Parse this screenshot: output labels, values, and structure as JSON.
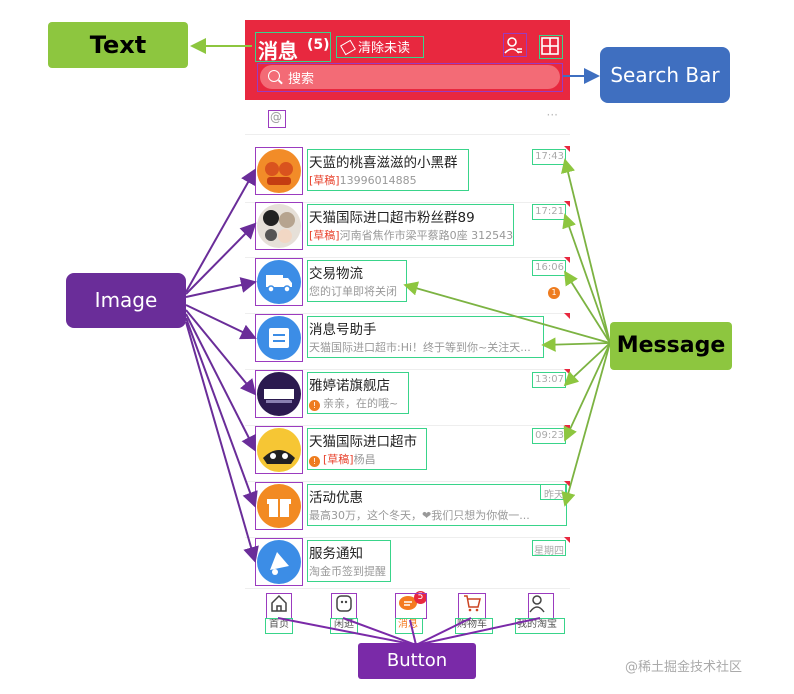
{
  "header": {
    "title": "消息",
    "count": "(5)",
    "clear_unread": "清除未读"
  },
  "search": {
    "placeholder": "搜索"
  },
  "mention": "@",
  "more": "···",
  "conversations": [
    {
      "name": "天蓝的桃喜滋滋的小黑群",
      "draft": "[草稿]",
      "preview": "13996014885",
      "time": "17:43",
      "avatar": "group-avatar-orange"
    },
    {
      "name": "天猫国际进口超市粉丝群89",
      "draft": "[草稿]",
      "preview": "河南省焦作市梁平蔡路0座 312543",
      "time": "17:21",
      "avatar": "group-avatar-mixed"
    },
    {
      "name": "交易物流",
      "draft": "",
      "preview": "您的订单即将关闭",
      "time": "16:06",
      "badge": "1",
      "avatar": "truck-icon"
    },
    {
      "name": "消息号助手",
      "draft": "",
      "preview": "天猫国际进口超市:Hi！终于等到你~关注天...",
      "time": "",
      "avatar": "assistant-icon"
    },
    {
      "name": "雅婷诺旗舰店",
      "draft": "",
      "preview": "亲亲，在的哦~",
      "time": "13:07",
      "badge": "!",
      "avatar": "yatnuo-logo"
    },
    {
      "name": "天猫国际进口超市",
      "draft": "[草稿]",
      "preview": "杨昌",
      "time": "09:23",
      "badge": "!",
      "avatar": "tmall-avatar"
    },
    {
      "name": "活动优惠",
      "draft": "",
      "preview": "最高30万，这个冬天，❤我们只想为你做一...",
      "time": "昨天",
      "avatar": "gift-icon"
    },
    {
      "name": "服务通知",
      "draft": "",
      "preview": "淘金币签到提醒",
      "time": "星期四",
      "avatar": "bell-icon"
    }
  ],
  "tabs": [
    {
      "label": "首页",
      "icon": "home-icon"
    },
    {
      "label": "闲逛",
      "icon": "wander-icon"
    },
    {
      "label": "消息",
      "icon": "message-icon",
      "badge": "5"
    },
    {
      "label": "购物车",
      "icon": "cart-icon"
    },
    {
      "label": "我的淘宝",
      "icon": "profile-icon"
    }
  ],
  "callouts": {
    "text": "Text",
    "search_bar": "Search Bar",
    "image": "Image",
    "message": "Message",
    "button": "Button"
  },
  "watermark": "@稀土掘金技术社区",
  "colors": {
    "header_red": "#e8283f",
    "text_callout": "#8dc63f",
    "search_callout": "#3f6fc0",
    "image_callout": "#6a2d99",
    "button_callout": "#7a2aa8",
    "green_box": "#39d48a",
    "purple_box": "#9b3bbf"
  }
}
